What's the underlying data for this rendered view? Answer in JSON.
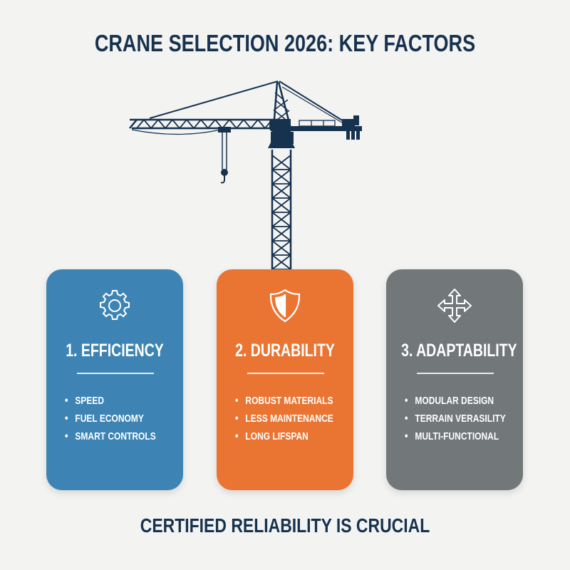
{
  "header": {
    "title": "CRANE SELECTION 2026: KEY FACTORS"
  },
  "illustration": {
    "icon": "tower-crane-icon",
    "color": "#16324f"
  },
  "cards": [
    {
      "number": "1",
      "heading": "1. EFFICIENCY",
      "icon": "gear-icon",
      "color": "#3d84b4",
      "items": [
        "SPEED",
        "FUEL ECONOMY",
        "SMART CONTROLS"
      ]
    },
    {
      "number": "2",
      "heading": "2. DURABILITY",
      "icon": "shield-icon",
      "color": "#ea7533",
      "items": [
        "ROBUST MATERIALS",
        "LESS MAINTENANCE",
        "LONG LIFSPAN"
      ]
    },
    {
      "number": "3",
      "heading": "3. ADAPTABILITY",
      "icon": "move-arrows-icon",
      "color": "#727779",
      "items": [
        "MODULAR DESIGN",
        "TERRAIN VERASILITY",
        "MULTI-FUNCTIONAL"
      ]
    }
  ],
  "footer": {
    "tagline": "CERTIFIED RELIABILITY IS CRUCIAL"
  },
  "colors": {
    "background": "#f3f3f2",
    "navy": "#16324f"
  }
}
